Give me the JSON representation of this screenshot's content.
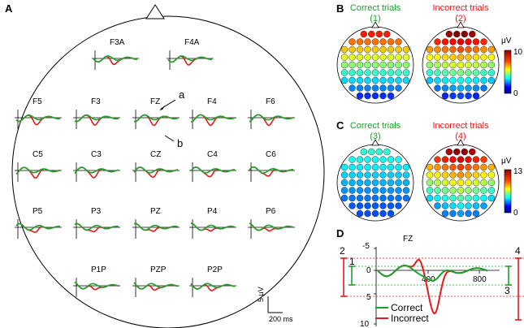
{
  "panels": {
    "a": "A",
    "b": "B",
    "c": "C",
    "d": "D"
  },
  "panel_a": {
    "channels": [
      "F3A",
      "F4A",
      "F5",
      "F3",
      "FZ",
      "F4",
      "F6",
      "C5",
      "C3",
      "CZ",
      "C4",
      "C6",
      "P5",
      "P3",
      "PZ",
      "P4",
      "P6",
      "P1P",
      "PZP",
      "P2P"
    ],
    "marker_a": "a",
    "marker_b": "b",
    "scale_amp": "5 μV",
    "scale_time": "200 ms"
  },
  "panel_b": {
    "map1_title": "Correct trials",
    "map1_num": "(1)",
    "map2_title": "Incorrect trials",
    "map2_num": "(2)",
    "unit": "μV",
    "scale_max": "10",
    "scale_min": "0"
  },
  "panel_c": {
    "map3_title": "Correct trials",
    "map3_num": "(3)",
    "map4_title": "Incorrect trials",
    "map4_num": "(4)",
    "unit": "μV",
    "scale_max": "13",
    "scale_min": "0"
  },
  "panel_d": {
    "title": "FZ",
    "y_ticks": [
      "-5",
      "0",
      "5",
      "10"
    ],
    "x_ticks": [
      "400",
      "800"
    ],
    "range_labels": [
      "1",
      "2",
      "3",
      "4"
    ],
    "legend": [
      "Correct",
      "Incorrect"
    ]
  },
  "colors": {
    "correct": "#1aa32b",
    "incorrect": "#e41a1c"
  }
}
